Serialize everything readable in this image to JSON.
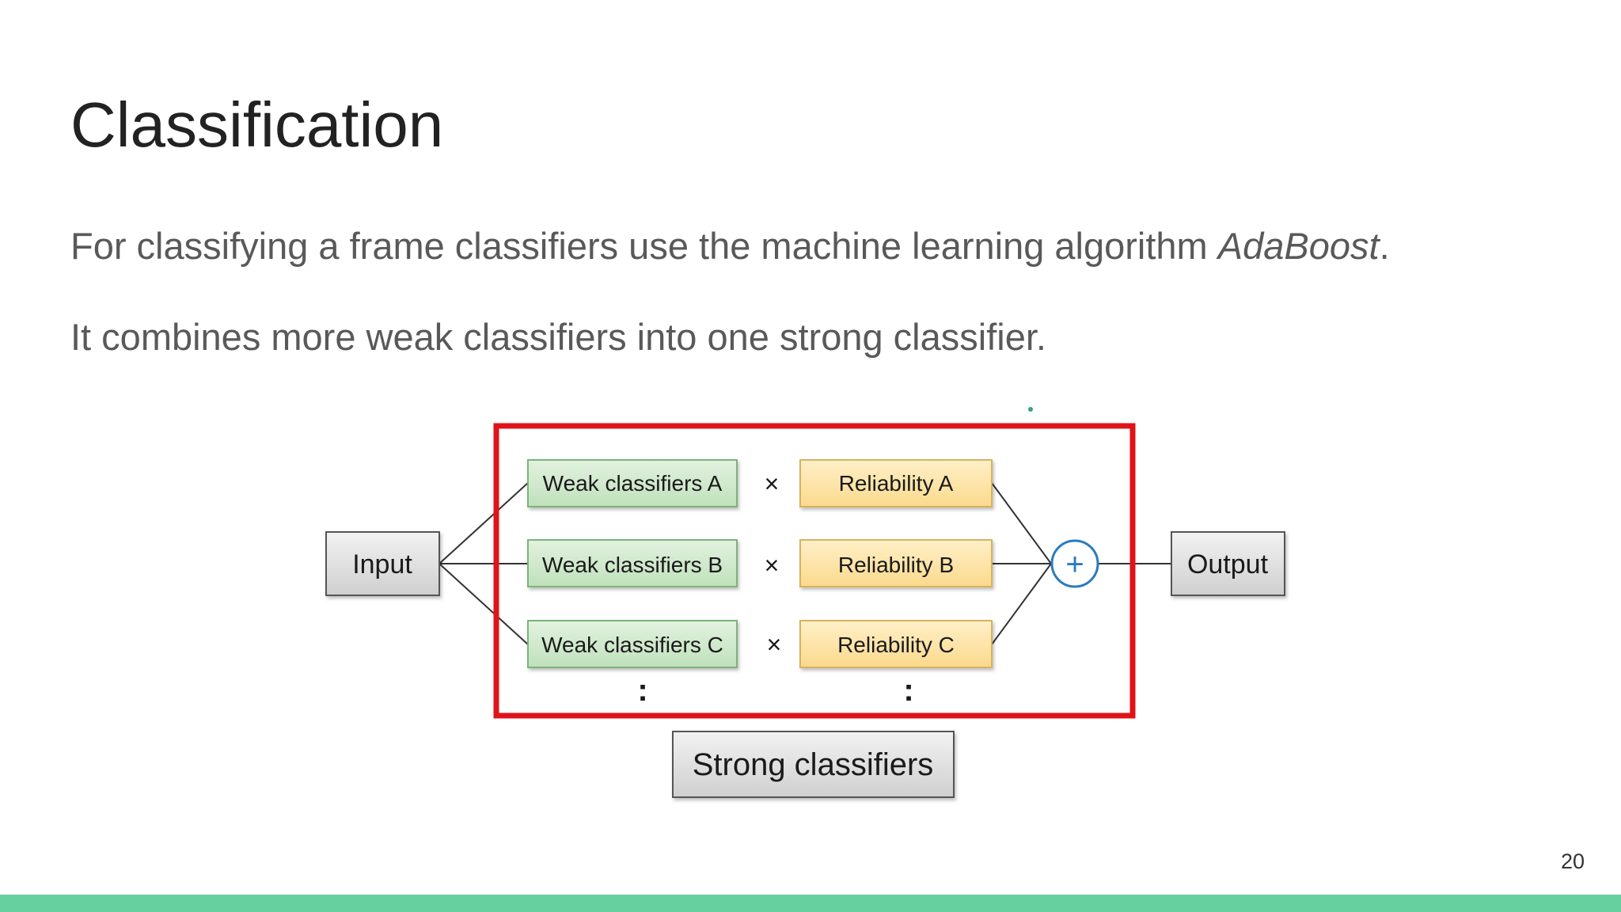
{
  "slide": {
    "title": "Classification",
    "paragraph1": {
      "before": "For classifying a frame classifiers use the machine learning algorithm ",
      "emphasis": "AdaBoost",
      "after": "."
    },
    "paragraph2": "It combines more weak classifiers into one strong classifier.",
    "page_number": "20"
  },
  "diagram": {
    "input_label": "Input",
    "output_label": "Output",
    "weak_classifiers": [
      "Weak classifiers A",
      "Weak classifiers B",
      "Weak classifiers C"
    ],
    "reliabilities": [
      "Reliability A",
      "Reliability B",
      "Reliability C"
    ],
    "multiply_symbol": "×",
    "sum_symbol": "+",
    "ellipsis": ":",
    "strong_label": "Strong classifiers",
    "colors": {
      "weak_fill": "#cde8c9",
      "weak_border": "#7bb47a",
      "reliability_fill": "#fde1a3",
      "reliability_border": "#d9b261",
      "io_fill": "#e3e3e3",
      "io_border": "#555555",
      "highlight_border": "#e0131a",
      "sum_circle": "#2a7bbf"
    }
  },
  "theme": {
    "accent_bar": "#66d19e"
  }
}
